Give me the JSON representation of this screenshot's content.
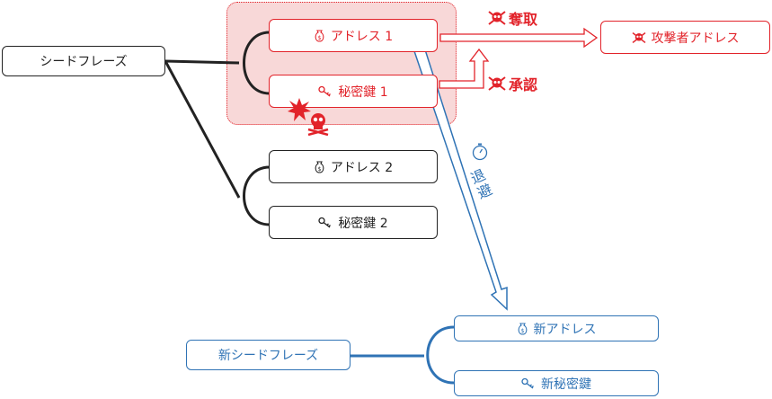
{
  "nodes": {
    "seed_phrase": "シードフレーズ",
    "address_1": "アドレス 1",
    "private_key_1": "秘密鍵 1",
    "address_2": "アドレス 2",
    "private_key_2": "秘密鍵 2",
    "attacker_address": "攻撃者アドレス",
    "new_seed_phrase": "新シードフレーズ",
    "new_address": "新アドレス",
    "new_private_key": "新秘密鍵"
  },
  "labels": {
    "steal": "奪取",
    "approve": "承認",
    "evade": "退避"
  },
  "colors": {
    "danger": "#e2232a",
    "safe": "#2f73b5",
    "neutral": "#222222",
    "danger_zone_fill": "#f8d8d8"
  },
  "icons": [
    "money-bag-icon",
    "key-icon",
    "skull-crossbones-icon",
    "explosion-icon"
  ]
}
